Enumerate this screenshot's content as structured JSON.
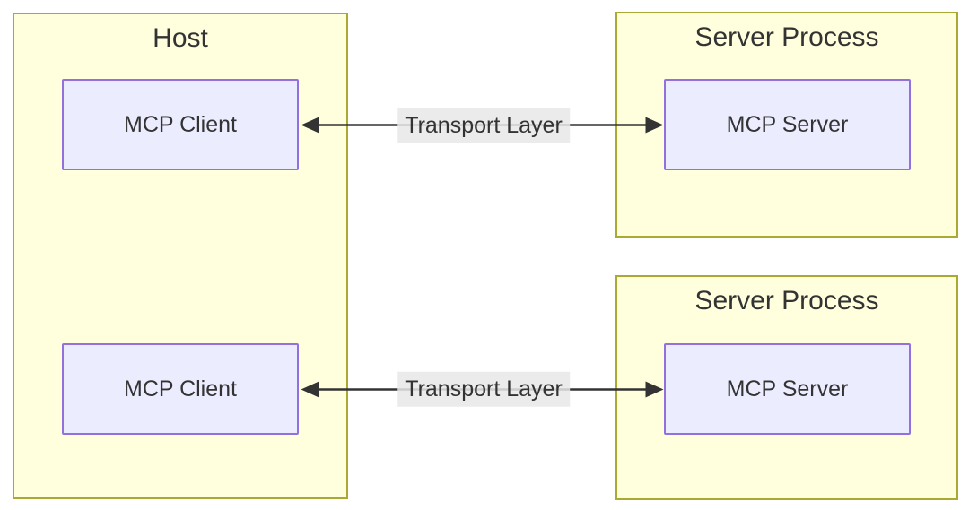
{
  "diagram": {
    "type": "architecture-diagram",
    "clusters": {
      "host": {
        "title": "Host"
      },
      "server_process_1": {
        "title": "Server Process"
      },
      "server_process_2": {
        "title": "Server Process"
      }
    },
    "nodes": {
      "client_1": {
        "label": "MCP Client"
      },
      "client_2": {
        "label": "MCP Client"
      },
      "server_1": {
        "label": "MCP Server"
      },
      "server_2": {
        "label": "MCP Server"
      }
    },
    "edges": [
      {
        "label": "Transport Layer",
        "from": "client_1",
        "to": "server_1",
        "direction": "bidirectional"
      },
      {
        "label": "Transport Layer",
        "from": "client_2",
        "to": "server_2",
        "direction": "bidirectional"
      }
    ],
    "colors": {
      "cluster_fill": "#ffffde",
      "cluster_border": "#aaaa33",
      "node_fill": "#ececff",
      "node_border": "#9370db",
      "edge_line": "#333333",
      "edge_label_background": "#e8e8e8",
      "text": "#333333",
      "page_background": "#ffffff"
    }
  }
}
